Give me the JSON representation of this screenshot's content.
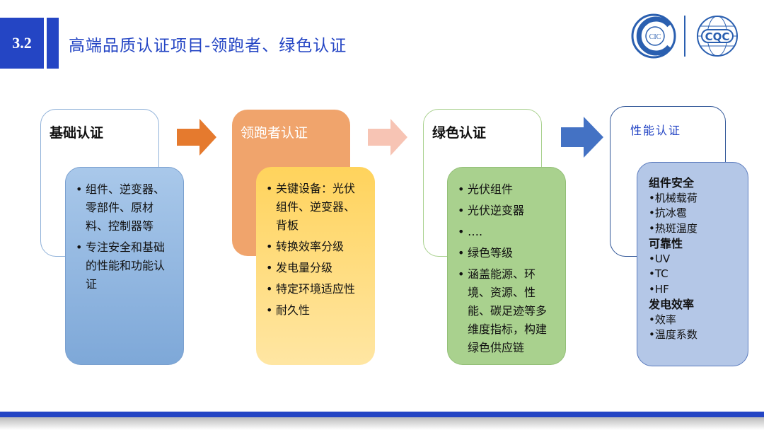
{
  "header": {
    "section_number": "3.2",
    "title": "高端品质认证项目-领跑者、绿色认证",
    "logos": [
      "CIC",
      "CQC"
    ]
  },
  "panels": [
    {
      "title": "基础认证",
      "items": [
        "组件、逆变器、零部件、原材料、控制器等",
        "专注安全和基础的性能和功能认证"
      ]
    },
    {
      "title": "领跑者认证",
      "items": [
        "关键设备：光伏组件、逆变器、背板",
        "转换效率分级",
        "发电量分级",
        "特定环境适应性",
        "耐久性"
      ]
    },
    {
      "title": "绿色认证",
      "items": [
        "光伏组件",
        "光伏逆变器",
        "….",
        "绿色等级",
        "涵盖能源、环境、资源、性能、碳足迹等多维度指标，构建绿色供应链"
      ]
    },
    {
      "title": "性能认证",
      "groups": [
        {
          "heading": "组件安全",
          "items": [
            "•机械载荷",
            "•抗冰雹",
            "•热斑温度"
          ]
        },
        {
          "heading": "可靠性",
          "items": [
            "•UV",
            "•TC",
            "•HF"
          ]
        },
        {
          "heading": "发电效率",
          "items": [
            "•效率",
            "•温度系数"
          ]
        }
      ]
    }
  ],
  "colors": {
    "brand": "#2445c4",
    "orange": "#f0a46c",
    "yellow": "#ffd966",
    "green": "#a9d18e",
    "blue_light": "#9dc3e6",
    "periwinkle": "#b4c7e7"
  }
}
